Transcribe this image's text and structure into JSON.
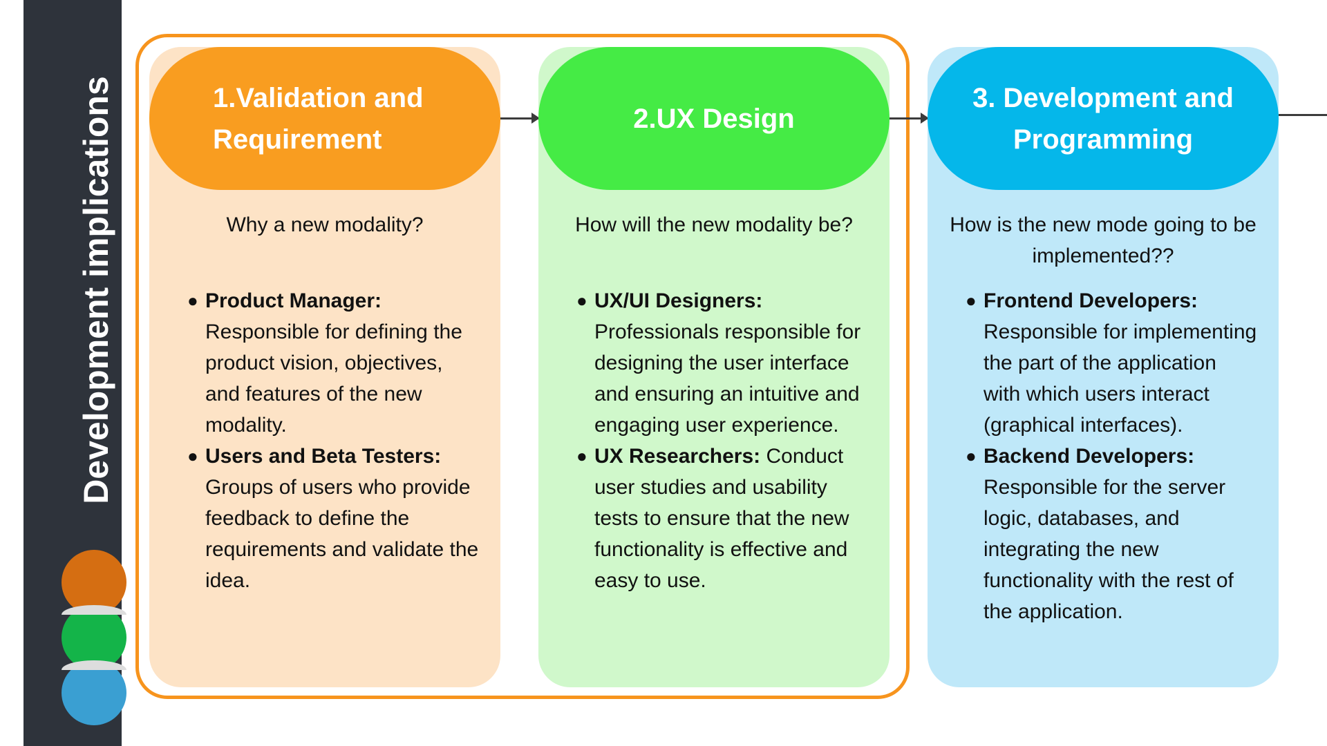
{
  "sidebar": {
    "title": "Development implications"
  },
  "columns": [
    {
      "title": "1.Validation and Requirement",
      "question": "Why a new modality?",
      "roles": [
        {
          "name": "Product Manager:",
          "description": "Responsible for defining the product vision, objectives, and features of the new modality."
        },
        {
          "name": "Users and Beta Testers:",
          "description": "Groups of users who provide feedback to define the requirements and validate the idea."
        }
      ]
    },
    {
      "title": "2.UX Design",
      "question": "How will the new modality be?",
      "roles": [
        {
          "name": "UX/UI Designers:",
          "description": "Professionals responsible for designing the user interface and ensuring an intuitive and engaging user experience."
        },
        {
          "name": "UX Researchers:",
          "description": "Conduct user studies and usability tests to ensure that the new functionality is effective and easy to use."
        }
      ]
    },
    {
      "title": "3. Development and Programming",
      "question": "How is the new mode going to be implemented??",
      "roles": [
        {
          "name": "Frontend Developers:",
          "description": "Responsible for implementing the part of the application with which users interact (graphical interfaces)."
        },
        {
          "name": "Backend Developers:",
          "description": "Responsible for the server logic, databases, and integrating the new functionality with the rest of the application."
        }
      ]
    }
  ],
  "colors": {
    "sidebar": "#2e333b",
    "stage1": "#f99d20",
    "stage1_bg": "#fde3c6",
    "stage2": "#45eb45",
    "stage2_bg": "#d0f8cb",
    "stage3": "#05b7ea",
    "stage3_bg": "#bfe8f9",
    "highlight_frame": "#f7941d"
  }
}
